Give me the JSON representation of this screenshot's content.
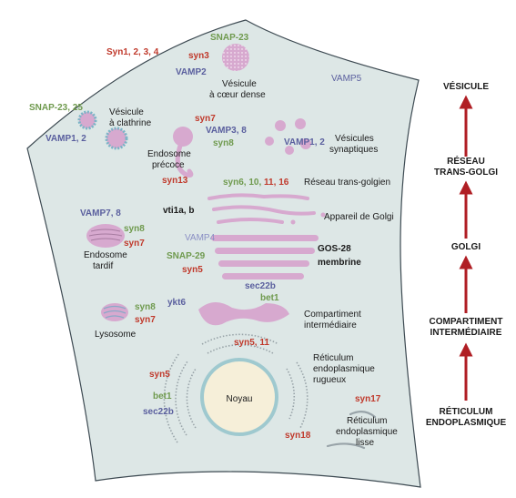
{
  "cell": {
    "snares": {
      "syn1234": "Syn1, 2, 3, 4",
      "syn3": "syn3",
      "snap23_top": "SNAP-23",
      "vamp2": "VAMP2",
      "vamp5": "VAMP5",
      "snap23_25": "SNAP-23, 25",
      "vamp12_left": "VAMP1, 2",
      "syn7_early": "syn7",
      "vamp38": "VAMP3, 8",
      "syn8_early": "syn8",
      "syn13": "syn13",
      "vamp12_syn": "VAMP1, 2",
      "syn6": "syn6, ",
      "n10": "10, ",
      "n11": "11, ",
      "n16": "16",
      "vti1ab": "vti1a, b",
      "vamp4": "VAMP4",
      "snap29": "SNAP-29",
      "syn5_golgi": "syn5",
      "sec22b_golgi": "sec22b",
      "vamp78": "VAMP7, 8",
      "syn8_late": "syn8",
      "syn7_late": "syn7",
      "syn8_lyso": "syn8",
      "syn7_lyso": "syn7",
      "ykt6": "ykt6",
      "bet1_inter": "bet1",
      "syn511": "syn5, 11",
      "syn5_er": "syn5",
      "bet1_er": "bet1",
      "sec22b_er": "sec22b",
      "syn17": "syn17",
      "syn18": "syn18"
    },
    "compartments": {
      "dense_core_l1": "Vésicule",
      "dense_core_l2": "à cœur dense",
      "clathrin_l1": "Vésicule",
      "clathrin_l2": "à clathrine",
      "early_endo_l1": "Endosome",
      "early_endo_l2": "précoce",
      "synaptic_l1": "Vésicules",
      "synaptic_l2": "synaptiques",
      "tgn": "Réseau trans-golgien",
      "golgi": "Appareil de Golgi",
      "gos28_l1": "GOS-28",
      "gos28_l2": "membrine",
      "late_endo_l1": "Endosome",
      "late_endo_l2": "tardif",
      "lysosome": "Lysosome",
      "intermediate_l1": "Compartiment",
      "intermediate_l2": "intermédiaire",
      "rough_er_l1": "Réticulum",
      "rough_er_l2": "endoplasmique",
      "rough_er_l3": "rugueux",
      "smooth_er_l1": "Réticulum",
      "smooth_er_l2": "endoplasmique",
      "smooth_er_l3": "lisse",
      "nucleus": "Noyau"
    }
  },
  "flow": {
    "steps": [
      {
        "lines": [
          "VÉSICULE"
        ]
      },
      {
        "lines": [
          "RÉSEAU",
          "TRANS-GOLGI"
        ]
      },
      {
        "lines": [
          "GOLGI"
        ]
      },
      {
        "lines": [
          "COMPARTIMENT",
          "INTERMÉDIAIRE"
        ]
      },
      {
        "lines": [
          "RÉTICULUM",
          "ENDOPLASMIQUE"
        ]
      }
    ]
  },
  "colors": {
    "cell_fill": "#dde7e6",
    "cell_stroke": "#3d4a52",
    "organelle": "#d7a9cf",
    "nucleus": "#f6efd9",
    "nucleus_ring": "#9fc9cf",
    "syntaxin_red": "#c0392b",
    "snap_green": "#6f9a4e",
    "vamp_blue": "#5a5f9e",
    "arrow_red": "#b01e24"
  }
}
